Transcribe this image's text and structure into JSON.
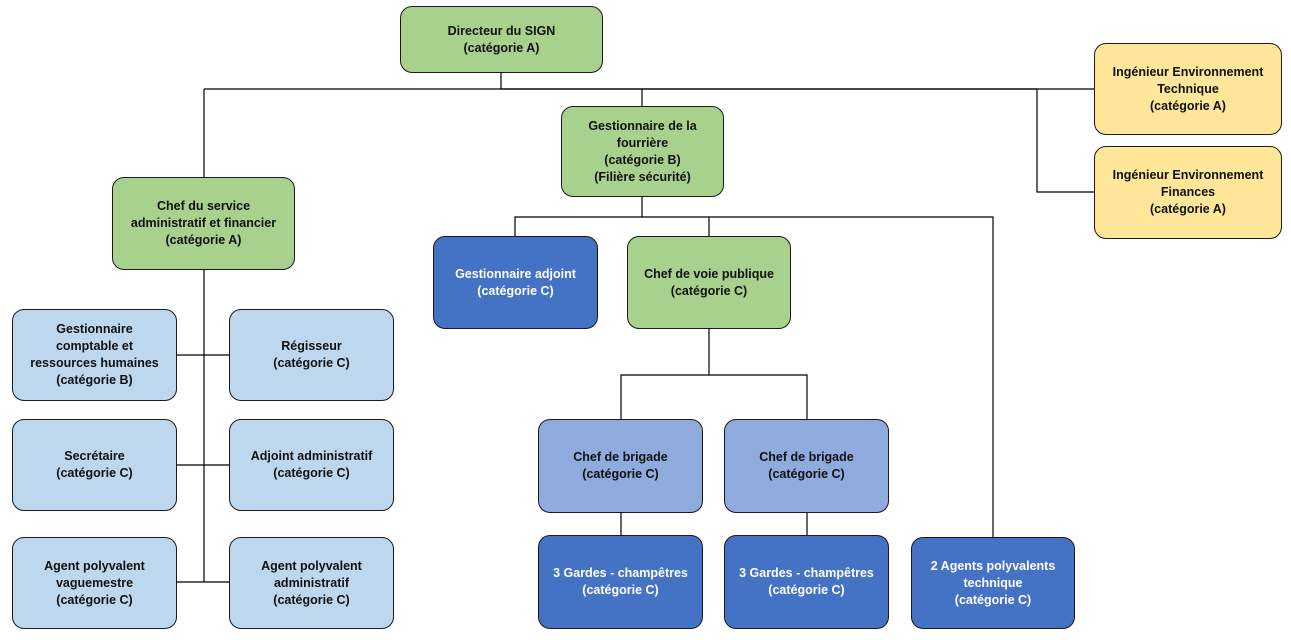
{
  "nodes": {
    "directeur": {
      "lines": [
        "Directeur du SIGN",
        "(catégorie A)"
      ]
    },
    "ing_tech": {
      "lines": [
        "Ingénieur Environnement",
        "Technique",
        "(catégorie A)"
      ]
    },
    "ing_fin": {
      "lines": [
        "Ingénieur Environnement",
        "Finances",
        "(catégorie A)"
      ]
    },
    "gestionnaire_fourriere": {
      "lines": [
        "Gestionnaire de la",
        "fourrière",
        "(catégorie B)",
        "(Filière sécurité)"
      ]
    },
    "chef_service": {
      "lines": [
        "Chef du service",
        "administratif et financier",
        "(catégorie A)"
      ]
    },
    "gestionnaire_adjoint": {
      "lines": [
        "Gestionnaire adjoint",
        "(catégorie C)"
      ]
    },
    "chef_voie": {
      "lines": [
        "Chef de voie publique",
        "(catégorie C)"
      ]
    },
    "gestionnaire_comptable": {
      "lines": [
        "Gestionnaire",
        "comptable et",
        "ressources humaines",
        "(catégorie B)"
      ]
    },
    "regisseur": {
      "lines": [
        "Régisseur",
        "(catégorie C)"
      ]
    },
    "secretaire": {
      "lines": [
        "Secrétaire",
        "(catégorie C)"
      ]
    },
    "adjoint_admin": {
      "lines": [
        "Adjoint administratif",
        "(catégorie C)"
      ]
    },
    "agent_vague": {
      "lines": [
        "Agent polyvalent",
        "vaguemestre",
        "(catégorie C)"
      ]
    },
    "agent_admin": {
      "lines": [
        "Agent polyvalent",
        "administratif",
        "(catégorie C)"
      ]
    },
    "chef_brigade_1": {
      "lines": [
        "Chef de brigade",
        "(catégorie C)"
      ]
    },
    "chef_brigade_2": {
      "lines": [
        "Chef de brigade",
        "(catégorie C)"
      ]
    },
    "gardes_1": {
      "lines": [
        "3 Gardes - champêtres",
        "(catégorie C)"
      ]
    },
    "gardes_2": {
      "lines": [
        "3 Gardes - champêtres",
        "(catégorie C)"
      ]
    },
    "agents_tech": {
      "lines": [
        "2 Agents polyvalents",
        "technique",
        "(catégorie C)"
      ]
    }
  }
}
